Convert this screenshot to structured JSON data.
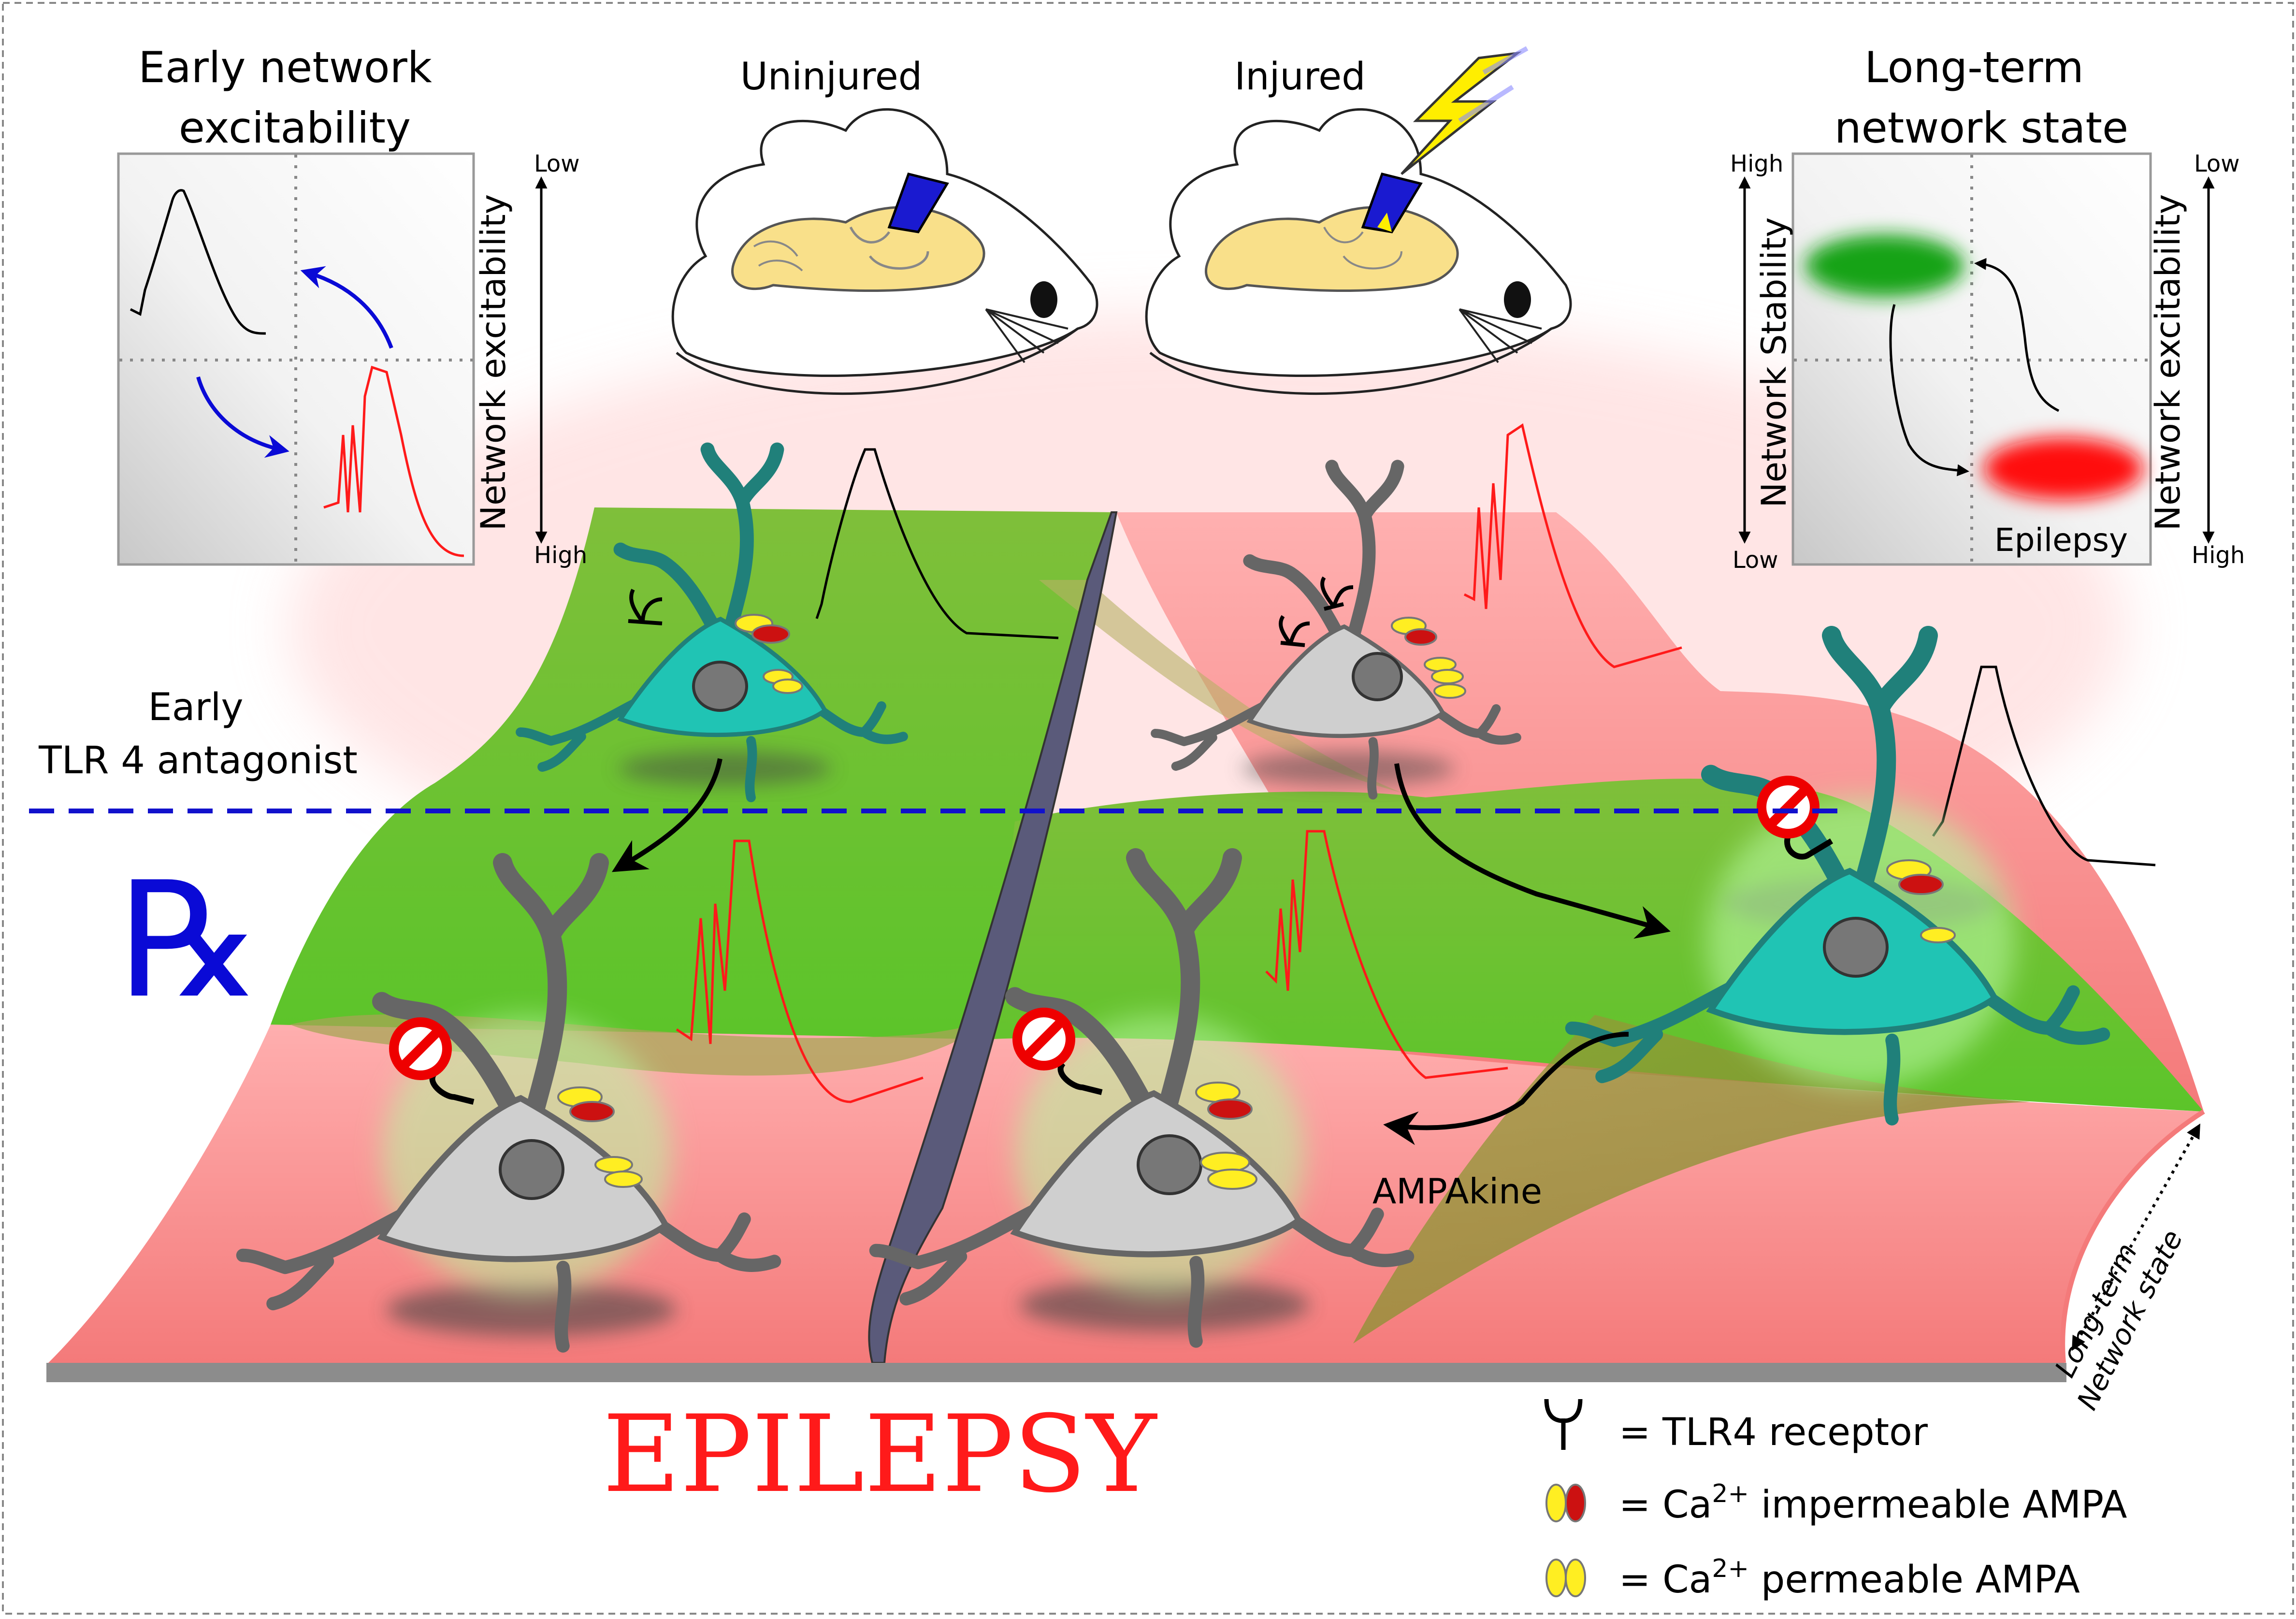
{
  "panels": {
    "early_network": {
      "title_line1": "Early network",
      "title_line2": "excitability",
      "axis_label": "Network excitability",
      "axis_top": "Low",
      "axis_bottom": "High"
    },
    "long_term": {
      "title_line1": "Long-term",
      "title_line2": "network state",
      "left_axis_label": "Network Stability",
      "left_axis_top": "High",
      "left_axis_bottom": "Low",
      "right_axis_label": "Network excitability",
      "right_axis_top": "Low",
      "right_axis_bottom": "High",
      "epilepsy_label": "Epilepsy"
    }
  },
  "mice": {
    "uninjured_label": "Uninjured",
    "injured_label": "Injured"
  },
  "treatment": {
    "line1": "Early",
    "line2": "TLR 4 antagonist",
    "rx_symbol": "℞",
    "ampakine_label": "AMPAkine"
  },
  "landscape": {
    "edge_label_line1": "Long-term",
    "edge_label_line2": "Network state"
  },
  "bottom_title": "EPILEPSY",
  "legend": {
    "tlr4": "= TLR4 receptor",
    "impermeable_prefix": "= Ca",
    "impermeable_sup": "2+",
    "impermeable_suffix": " impermeable AMPA",
    "permeable_prefix": "= Ca",
    "permeable_sup": "2+",
    "permeable_suffix": " permeable AMPA"
  },
  "colors": {
    "stable_green": "#5cc42a",
    "epileptic_red": "#f47a7a",
    "neuron_healthy": "#20c4b4",
    "neuron_injured": "#cfcfcf",
    "antagonist_blue": "#0a0ad6",
    "epilepsy_title": "#ff1a1a",
    "trace_red": "#ff1a1a",
    "trace_black": "#000000"
  }
}
